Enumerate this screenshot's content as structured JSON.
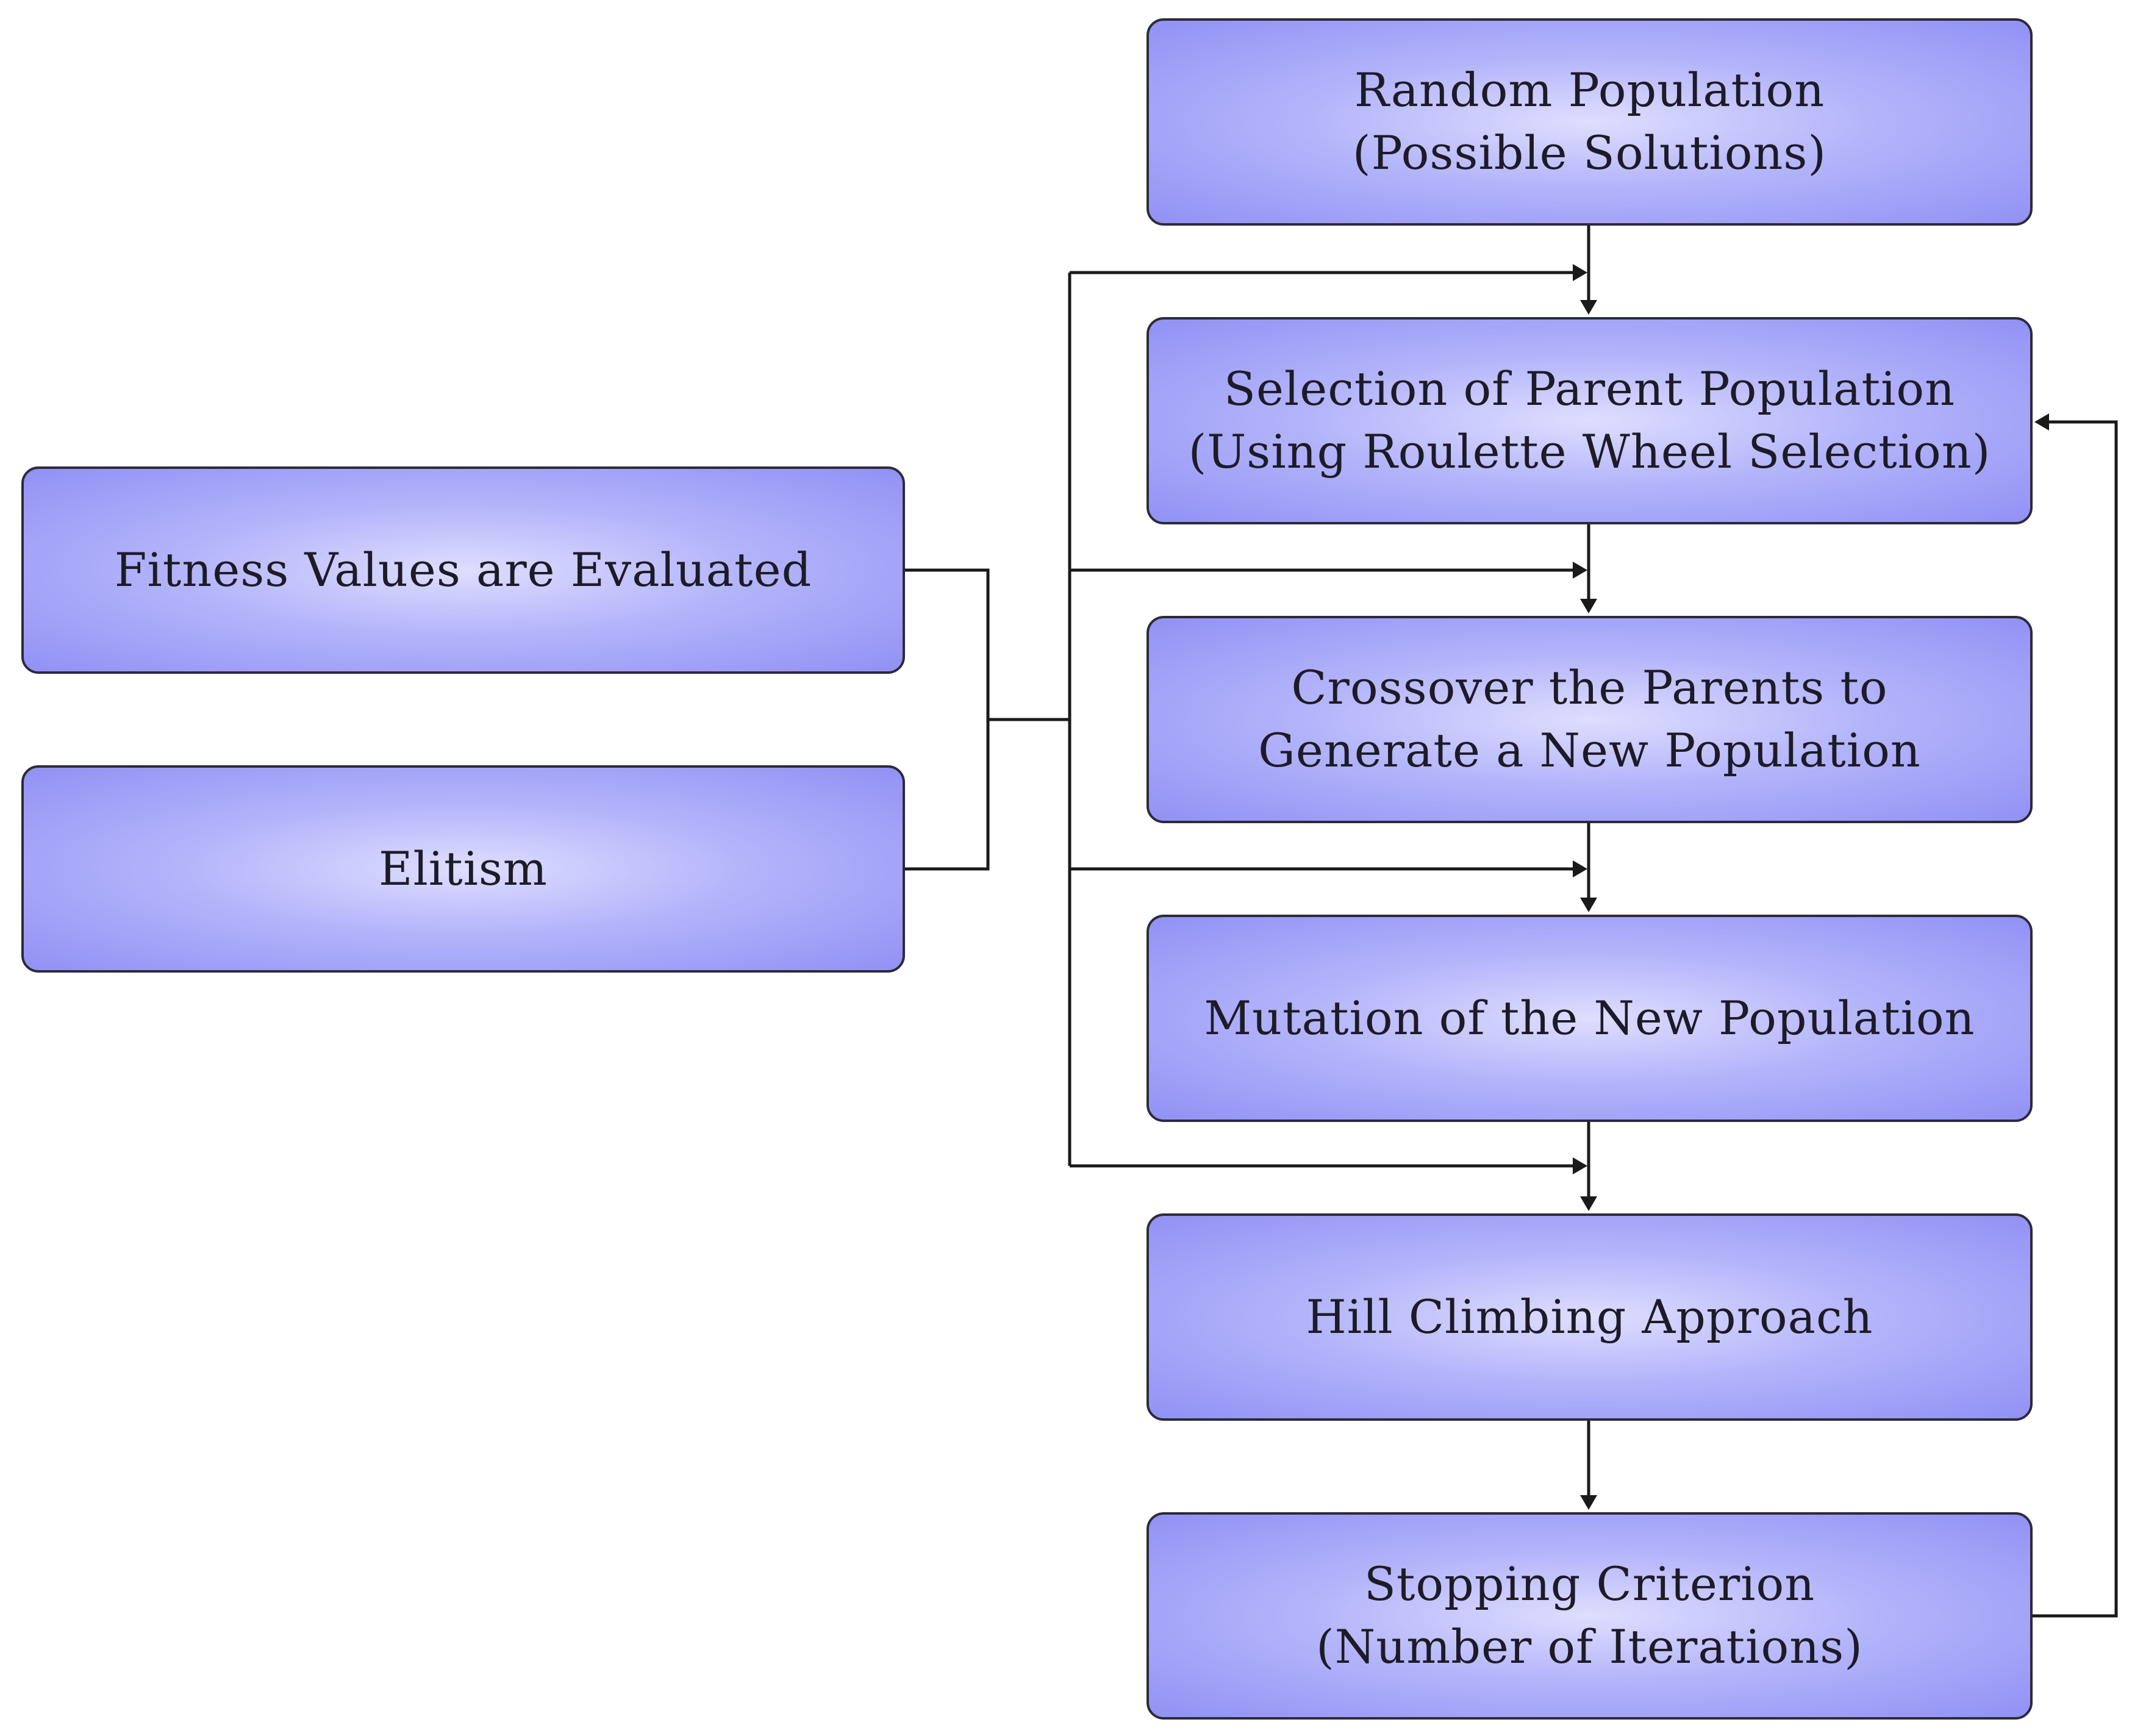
{
  "diagram": {
    "nodes": {
      "random_population": {
        "line1": "Random Population",
        "line2": "(Possible Solutions)"
      },
      "selection": {
        "line1": "Selection of Parent Population",
        "line2": "(Using Roulette Wheel Selection)"
      },
      "crossover": {
        "line1": "Crossover the Parents to",
        "line2": "Generate a New Population"
      },
      "mutation": {
        "line1": "Mutation of the New Population"
      },
      "hill_climbing": {
        "line1": "Hill Climbing Approach"
      },
      "stopping": {
        "line1": "Stopping Criterion",
        "line2": "(Number of Iterations)"
      },
      "fitness": {
        "line1": "Fitness Values are Evaluated"
      },
      "elitism": {
        "line1": "Elitism"
      }
    },
    "colors": {
      "box_fill_center": "#dedeff",
      "box_fill_edge": "#9191f5",
      "box_border": "#2b2b3a",
      "line": "#1a1a1a",
      "text": "#1c1c28"
    }
  }
}
